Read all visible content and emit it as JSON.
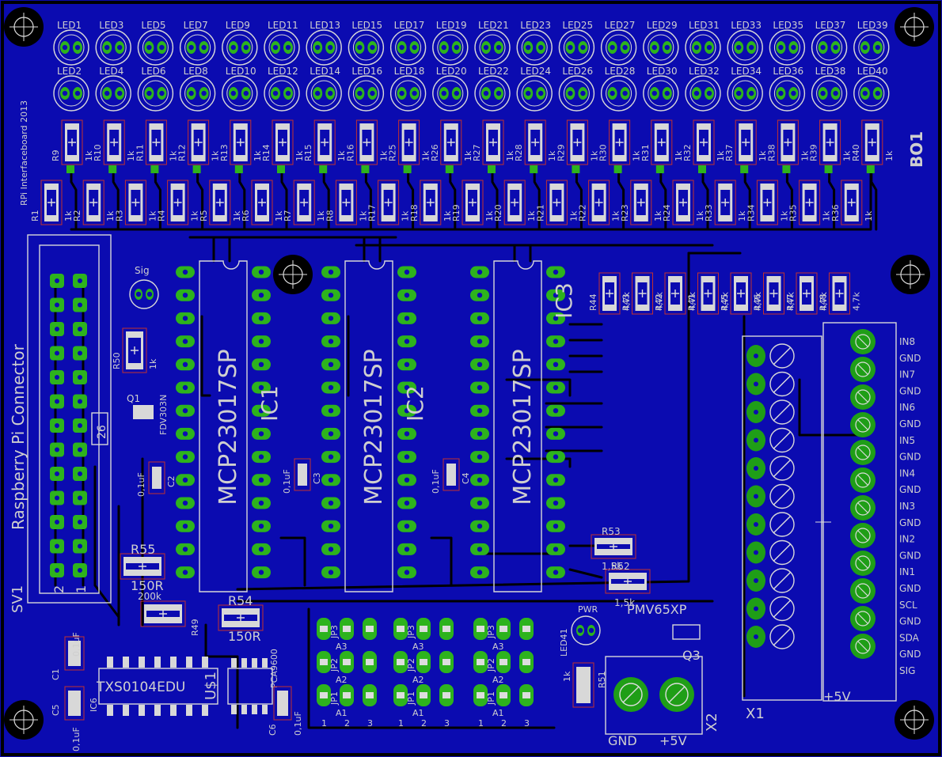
{
  "board": {
    "background": "#0b0bb0",
    "copper_color": "#1a1ab8",
    "pad_color": "#2db31d",
    "silk_color": "#d8d8d8",
    "side_text": "RPi Interfaceboard 2013",
    "corner_label": "BO1"
  },
  "leds_top": [
    "LED1",
    "LED3",
    "LED5",
    "LED7",
    "LED9",
    "LED11",
    "LED13",
    "LED15",
    "LED17",
    "LED19",
    "LED21",
    "LED23",
    "LED25",
    "LED27",
    "LED29",
    "LED31",
    "LED33",
    "LED35",
    "LED37",
    "LED39"
  ],
  "leds_bottom": [
    "LED2",
    "LED4",
    "LED6",
    "LED8",
    "LED10",
    "LED12",
    "LED14",
    "LED16",
    "LED18",
    "LED20",
    "LED22",
    "LED24",
    "LED26",
    "LED28",
    "LED30",
    "LED32",
    "LED34",
    "LED36",
    "LED38",
    "LED40"
  ],
  "resistors_row1": [
    "R9",
    "R10",
    "R11",
    "R12",
    "R13",
    "R14",
    "R15",
    "R16",
    "R25",
    "R26",
    "R27",
    "R28",
    "R29",
    "R30",
    "R31",
    "R32",
    "R37",
    "R38",
    "R39",
    "R40"
  ],
  "resistors_row2": [
    "R1",
    "R2",
    "R3",
    "R4",
    "R5",
    "R6",
    "R7",
    "R8",
    "R17",
    "R18",
    "R19",
    "R20",
    "R21",
    "R22",
    "R23",
    "R24",
    "R33",
    "R34",
    "R35",
    "R36"
  ],
  "resistor_value": "1k",
  "pullups": [
    "R44",
    "R43",
    "R42",
    "R41",
    "R45",
    "R46",
    "R47",
    "R48"
  ],
  "pullup_value": "4,7k",
  "ics": [
    {
      "part": "MCP23017SP",
      "name": "IC1"
    },
    {
      "part": "MCP23017SP",
      "name": "IC2"
    },
    {
      "part": "MCP23017SP",
      "name": "IC3"
    }
  ],
  "connector": {
    "name": "SV1",
    "label": "Raspberry Pi Connector",
    "pin_a": "2",
    "pin_b": "1",
    "pin_26": "26"
  },
  "caps": [
    {
      "name": "C2",
      "value": "0,1uF"
    },
    {
      "name": "C3",
      "value": "0,1uF"
    },
    {
      "name": "C4",
      "value": "0,1uF"
    },
    {
      "name": "C1",
      "value": "0,1uF"
    },
    {
      "name": "C5",
      "value": "0,1uF"
    },
    {
      "name": "C6",
      "value": "0,1uF"
    }
  ],
  "parts": {
    "sig_led": "Sig",
    "r50": "R50",
    "r50_val": "1k",
    "q1": "Q1",
    "q1_part": "FDV303N",
    "r55": "R55",
    "r55_val": "150R",
    "r49": "R49",
    "r49_val": "200k",
    "r54": "R54",
    "r54_val": "150R",
    "ic6": "IC6",
    "ic6_part": "TXS0104EDU",
    "u$1": "U$1",
    "pca": "PCA9600",
    "r53": "R53",
    "r53_val": "1,5k",
    "r52": "R52",
    "r52_val": "1,5k",
    "q3": "Q3",
    "q3_part": "PMV65XP",
    "pwr": "PWR",
    "led41": "LED41",
    "r51": "R51",
    "r51_val": "1k",
    "x2": "X2",
    "x2_gnd": "GND",
    "x2_5v": "+5V",
    "x1": "X1",
    "x1_5v": "+5V"
  },
  "jumpers": [
    {
      "label": "JP3",
      "addr": "A3"
    },
    {
      "label": "JP2",
      "addr": "A2"
    },
    {
      "label": "JP1",
      "addr": "A1"
    },
    {
      "label": "JP3",
      "addr": "A3"
    },
    {
      "label": "JP2",
      "addr": "A2"
    },
    {
      "label": "JP1",
      "addr": "A1"
    },
    {
      "label": "JP3",
      "addr": "A3"
    },
    {
      "label": "JP2",
      "addr": "A2"
    },
    {
      "label": "JP1",
      "addr": "A1"
    }
  ],
  "jumper_pins": [
    "1",
    "2",
    "3"
  ],
  "terminal_labels": [
    "IN8",
    "GND",
    "IN7",
    "GND",
    "IN6",
    "GND",
    "IN5",
    "GND",
    "IN4",
    "GND",
    "IN3",
    "GND",
    "IN2",
    "GND",
    "IN1",
    "GND",
    "SCL",
    "GND",
    "SDA",
    "GND",
    "SIG"
  ]
}
